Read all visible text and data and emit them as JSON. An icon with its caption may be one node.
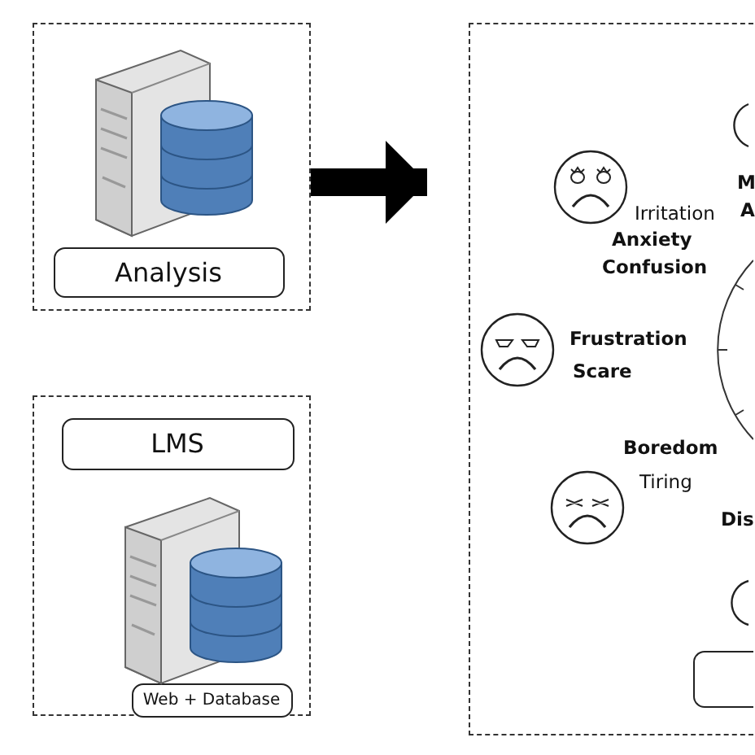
{
  "diagram": {
    "nodes": [
      {
        "text": [],
        "shape": "box"
      },
      {
        "text": [
          "Analysis"
        ],
        "in": 0
      },
      {
        "text": [],
        "shape": "box"
      },
      {
        "text": [
          "LMS"
        ],
        "in": 2
      },
      {
        "text": [
          "Web + Database"
        ],
        "in": 2
      },
      {
        "text": [],
        "shape": "box"
      },
      {
        "text": [],
        "shape": "box",
        "in": 5
      }
    ],
    "edges": [
      {
        "from": 0,
        "to": 5,
        "arrow": "to"
      }
    ],
    "labels": [
      "M",
      "A",
      "Irritation",
      "Anxiety",
      "Confusion",
      "Frustration",
      "Scare",
      "Boredom",
      "Tiring",
      "Dis"
    ]
  }
}
